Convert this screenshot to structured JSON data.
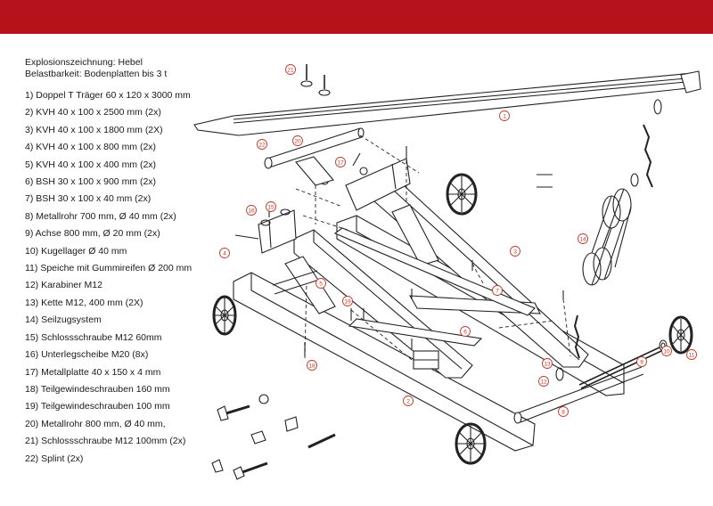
{
  "legend": {
    "title": "Explosionszeichnung: Hebel",
    "subtitle": "Belastbarkeit: Bodenplatten bis 3 t",
    "items": [
      "1) Doppel T Träger 60 x 120 x 3000 mm",
      "2) KVH 40 x 100 x 2500 mm (2x)",
      "3) KVH 40 x 100 x 1800 mm (2X)",
      "4) KVH 40 x 100 x 800 mm (2x)",
      "5) KVH 40 x 100 x 400 mm (2x)",
      "6) BSH 30 x 100 x 900 mm (2x)",
      "7) BSH 30 x 100 x 40 mm (2x)",
      "8) Metallrohr 700 mm, Ø 40 mm (2x)",
      "9) Achse 800 mm, Ø 20 mm (2x)",
      "10) Kugellager Ø 40 mm",
      "11) Speiche mit Gummireifen Ø 200 mm",
      "12) Karabiner M12",
      "13) Kette M12, 400 mm (2X)",
      "14) Seilzugsystem",
      "15) Schlossschraube M12 60mm",
      "16) Unterlegscheibe M20 (8x)",
      "17) Metallplatte 40 x 150 x 4 mm",
      "18) Teilgewindeschrauben 160 mm",
      "19) Teilgewindeschrauben 100 mm",
      "20) Metallrohr 800 mm, Ø 40 mm,",
      "21) Schlossschraube M12 100mm (2x)",
      "22) Splint (2x)"
    ]
  },
  "callouts": [
    "1",
    "2",
    "3",
    "4",
    "5",
    "6",
    "7",
    "8",
    "9",
    "10",
    "11",
    "12",
    "13",
    "14",
    "15",
    "16",
    "17",
    "18",
    "19",
    "20",
    "21",
    "22"
  ],
  "colors": {
    "accent": "#b5121b",
    "line": "#222222",
    "callout_stroke": "#c0392b"
  }
}
